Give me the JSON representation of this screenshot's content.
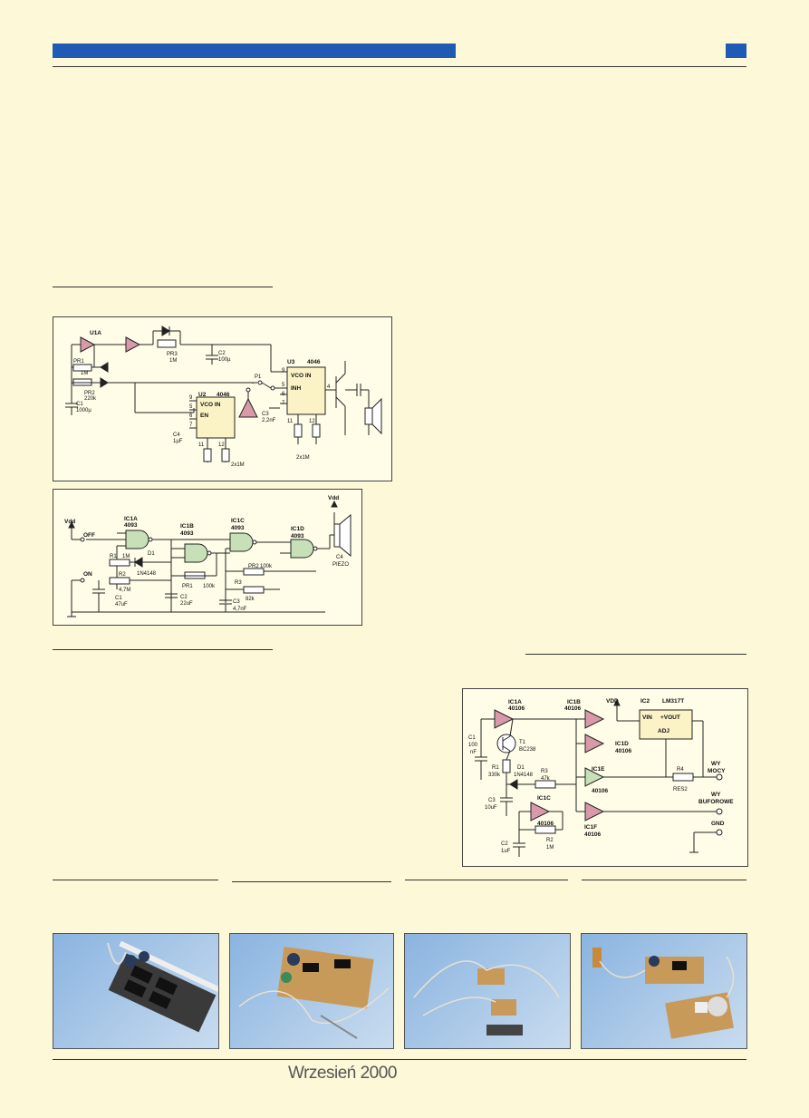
{
  "footer": {
    "date": "Wrzesień 2000"
  },
  "schematic1": {
    "u1a": "U1A",
    "pr1": "PR1",
    "pr1_val": "1M",
    "pr2": "PR2",
    "pr2_val": "220k",
    "c1": "C1",
    "c1_val": "1000µ",
    "pr3": "PR3",
    "pr3_val": "1M",
    "c2": "C2",
    "c2_val": "100µ",
    "p1": "P1",
    "u3": "U3",
    "u3_type": "4046",
    "vco_in": "VCO IN",
    "inh": "INH",
    "u2": "U2",
    "u2_type": "4046",
    "en": "EN",
    "c3": "C3",
    "c3_val": "2,2nF",
    "c4": "C4",
    "c4_val": "1µF",
    "pot_label": "2x1M",
    "pins": [
      "9",
      "5",
      "6",
      "7",
      "4",
      "11",
      "12"
    ]
  },
  "schematic2": {
    "vdd": "Vdd",
    "off": "OFF",
    "on": "ON",
    "ic1a": "IC1A",
    "ic1b": "IC1B",
    "ic1c": "IC1C",
    "ic1d": "IC1D",
    "chip": "4093",
    "r1": "R1",
    "r1_val": "1M",
    "d1": "D1",
    "d1_val": "1N4148",
    "r2": "R2",
    "r2_val": "4,7M",
    "c1": "C1",
    "c1_val": "47uF",
    "pr1": "PR1",
    "pr1_val": "100k",
    "c2": "C2",
    "c2_val": "22uF",
    "pr2": "PR2",
    "pr2_val": "100k",
    "r3": "R3",
    "r3_val": "82k",
    "c3": "C3",
    "c3_val": "4,7nF",
    "c4": "C4",
    "piezo": "PIEZO"
  },
  "schematic3": {
    "ic1a": "IC1A",
    "ic1b": "IC1B",
    "ic1c": "IC1C",
    "ic1d": "IC1D",
    "ic1e": "IC1E",
    "ic1f": "IC1F",
    "chip": "40106",
    "vdd": "VDD",
    "ic2": "IC2",
    "reg": "LM317T",
    "vin": "VIN",
    "vout": "+VOUT",
    "adj": "ADJ",
    "c1": "C1",
    "c1_val": "100",
    "c1_unit": "nF",
    "t1": "T1",
    "t1_val": "BC238",
    "r1": "R1",
    "r1_val": "330k",
    "d1": "D1",
    "d1_val": "1N4148",
    "r3": "R3",
    "r3_val": "47k",
    "c3": "C3",
    "c3_val": "10uF",
    "c2": "C2",
    "c2_val": "1uF",
    "r2": "R2",
    "r2_val": "1M",
    "r4": "R4",
    "r4_val": "RES2",
    "wy_mocy_1": "WY",
    "wy_mocy_2": "MOCY",
    "wy_buf_1": "WY",
    "wy_buf_2": "BUFOROWE",
    "gnd": "GND"
  },
  "colors": {
    "accent": "#1f5bb4",
    "page": "#fdf8d8",
    "ic_fill": "#c8e0b8",
    "buffer_fill": "#d89aa8"
  }
}
